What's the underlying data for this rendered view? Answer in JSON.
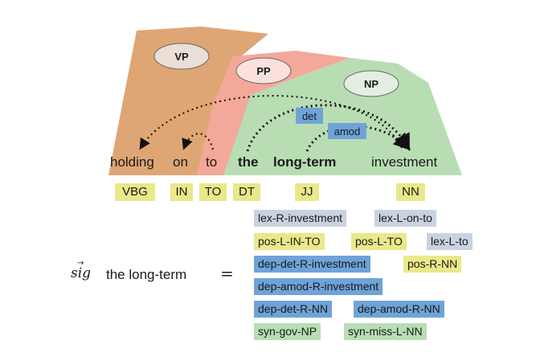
{
  "nodes": {
    "vp": "VP",
    "pp": "PP",
    "np": "NP"
  },
  "dep_labels": {
    "det": "det",
    "amod": "amod"
  },
  "words": [
    "holding",
    "on",
    "to",
    "the",
    "long-term",
    "investment"
  ],
  "pos_tags": [
    "VBG",
    "IN",
    "TO",
    "DT",
    "JJ",
    "NN"
  ],
  "signature": {
    "symbol": "sig",
    "arrow": "→",
    "phrase": "the long-term",
    "equals": "="
  },
  "features": [
    [
      "lex-R-investment",
      "lex-L-on-to"
    ],
    [
      "pos-L-IN-TO",
      "pos-L-TO",
      "lex-L-to"
    ],
    [
      "dep-det-R-investment",
      "pos-R-NN"
    ],
    [
      "dep-amod-R-investment"
    ],
    [
      "dep-det-R-NN",
      "dep-amod-R-NN"
    ],
    [
      "syn-gov-NP",
      "syn-miss-L-NN"
    ]
  ],
  "colors": {
    "vp_region": "#dea674",
    "pp_region": "#f4a89a",
    "np_region": "#b8ddb3",
    "lex": "#c9d3e0",
    "pos": "#e9e88a",
    "dep": "#6fa3d8",
    "syn": "#b8ddb3"
  }
}
